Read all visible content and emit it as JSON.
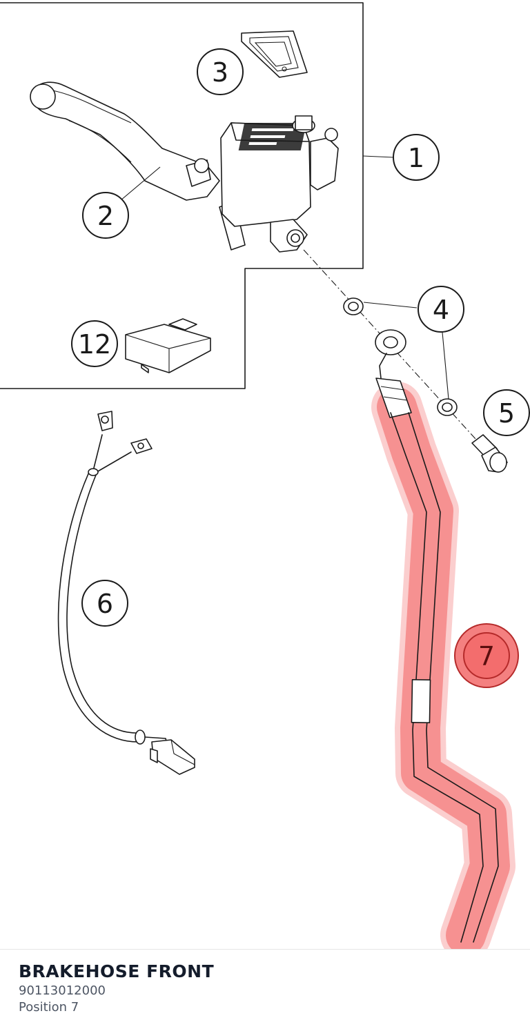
{
  "diagram": {
    "callouts": [
      {
        "id": "1",
        "label": "1"
      },
      {
        "id": "2",
        "label": "2"
      },
      {
        "id": "3",
        "label": "3"
      },
      {
        "id": "4",
        "label": "4"
      },
      {
        "id": "5",
        "label": "5"
      },
      {
        "id": "6",
        "label": "6"
      },
      {
        "id": "7",
        "label": "7"
      },
      {
        "id": "12",
        "label": "12"
      }
    ],
    "highlighted_callout": "7",
    "highlight_color": "#f47c7c"
  },
  "part": {
    "title": "BRAKEHOSE FRONT",
    "number": "90113012000",
    "position": "Position 7"
  }
}
